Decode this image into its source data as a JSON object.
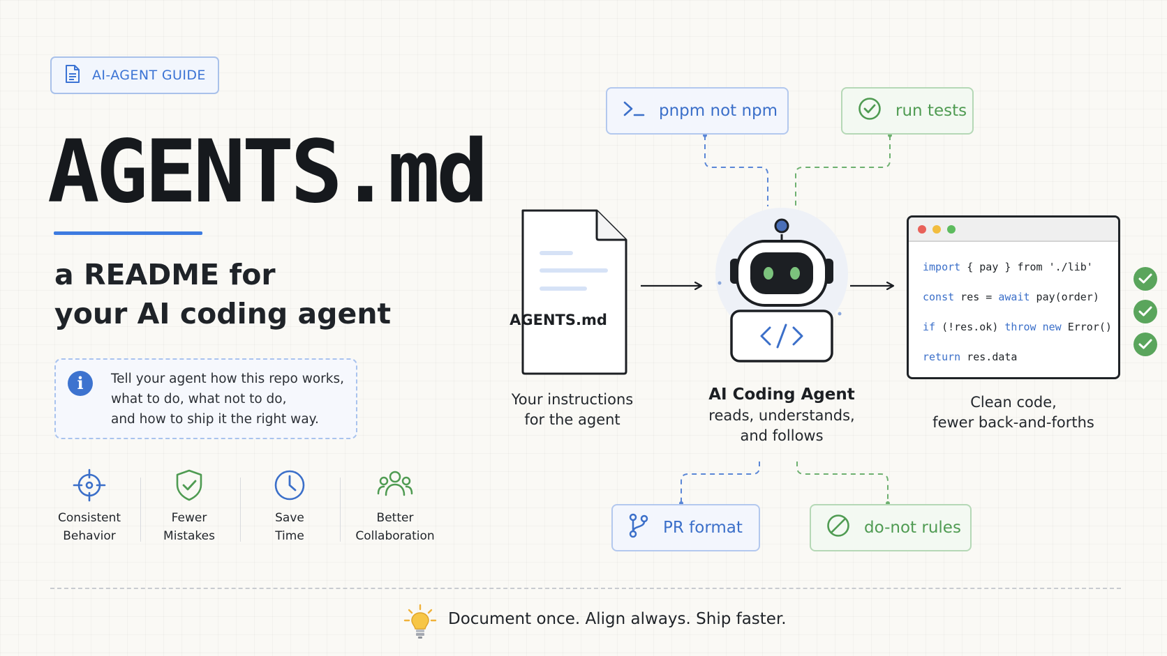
{
  "tag": {
    "icon": "document-icon",
    "label": "AI-AGENT GUIDE"
  },
  "title": "AGENTS.md",
  "subtitle": {
    "line1": "a README for",
    "line2": "your AI coding agent"
  },
  "info": {
    "icon": "info-icon",
    "lines": [
      "Tell your agent how this repo works,",
      "what to do, what not to do,",
      "and how to ship it the right way."
    ]
  },
  "benefits": [
    {
      "icon": "target-icon",
      "line1": "Consistent",
      "line2": "Behavior"
    },
    {
      "icon": "shield-check-icon",
      "line1": "Fewer",
      "line2": "Mistakes"
    },
    {
      "icon": "clock-icon",
      "line1": "Save",
      "line2": "Time"
    },
    {
      "icon": "team-icon",
      "line1": "Better",
      "line2": "Collaboration"
    }
  ],
  "pills": {
    "pnpm": {
      "icon": "terminal-icon",
      "label": "pnpm not npm"
    },
    "tests": {
      "icon": "check-circle-icon",
      "label": "run tests"
    },
    "pr": {
      "icon": "branch-icon",
      "label": "PR format"
    },
    "donot": {
      "icon": "ban-icon",
      "label": "do-not rules"
    }
  },
  "doc": {
    "label": "AGENTS.md",
    "caption": [
      "Your instructions",
      "for the agent"
    ]
  },
  "agent": {
    "title": "AI Coding Agent",
    "caption": [
      "reads, understands,",
      "and follows"
    ]
  },
  "code": {
    "lines": [
      [
        {
          "t": "import",
          "k": true
        },
        {
          "t": " { pay } "
        },
        {
          "t": "from",
          "k": false
        },
        {
          "t": " './lib'"
        }
      ],
      [
        {
          "t": "const",
          "k": true
        },
        {
          "t": " res = "
        },
        {
          "t": "await",
          "k": true
        },
        {
          "t": " pay(order)"
        }
      ],
      [
        {
          "t": "if",
          "k": true
        },
        {
          "t": " (!res.ok) "
        },
        {
          "t": "throw",
          "k": true
        },
        {
          "t": " "
        },
        {
          "t": "new",
          "k": true
        },
        {
          "t": " Error()"
        }
      ],
      [
        {
          "t": "return",
          "k": true
        },
        {
          "t": " res.data"
        }
      ]
    ],
    "caption": [
      "Clean code,",
      "fewer back-and-forths"
    ]
  },
  "tagline": {
    "icon": "lightbulb-icon",
    "text": "Document once. Align always. Ship faster."
  },
  "colors": {
    "blue": "#3d7be0",
    "green": "#5aa55c",
    "dark": "#16191d"
  }
}
